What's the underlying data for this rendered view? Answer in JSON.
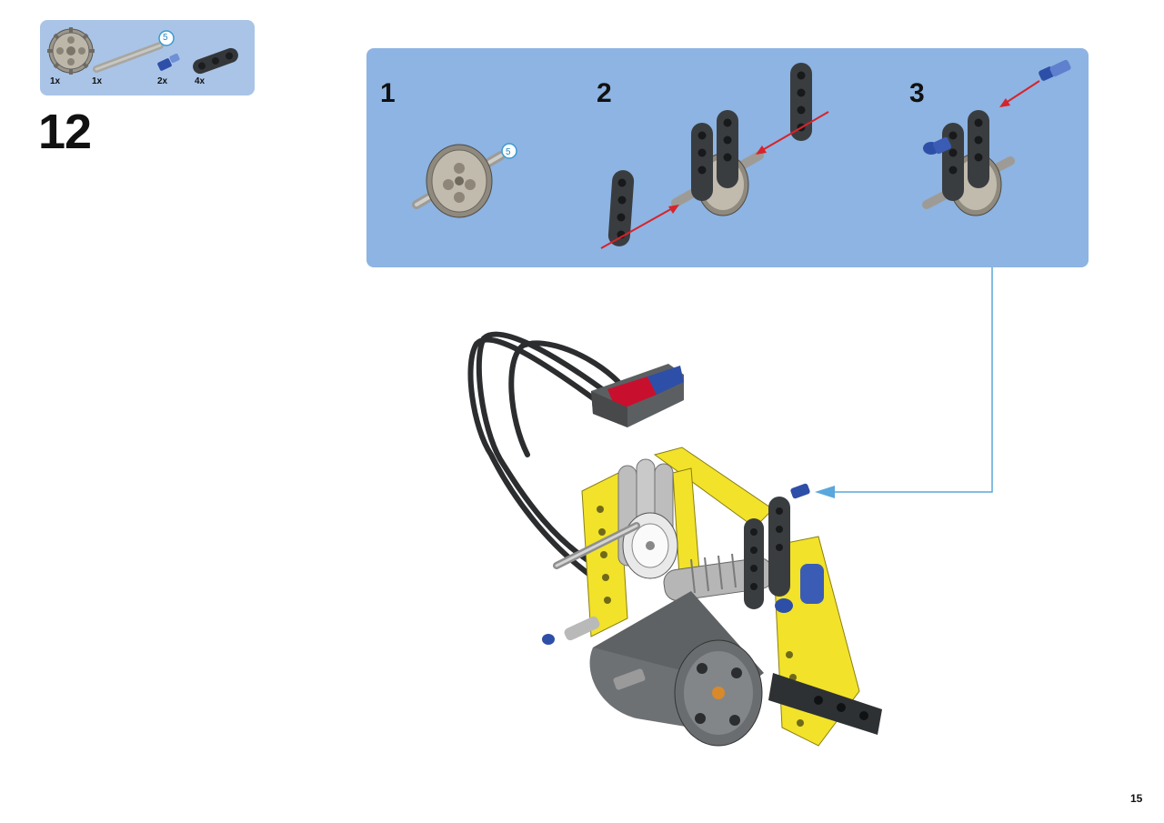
{
  "parts_list": {
    "items": [
      {
        "name": "gear-24-tooth",
        "qty": "1x"
      },
      {
        "name": "axle-5",
        "qty": "1x",
        "length_badge": "5"
      },
      {
        "name": "axle-pin-blue",
        "qty": "2x"
      },
      {
        "name": "beam-3-dark",
        "qty": "4x"
      }
    ]
  },
  "step": {
    "number": "12"
  },
  "sub_steps": [
    {
      "label": "1",
      "badge": "5"
    },
    {
      "label": "2"
    },
    {
      "label": "3"
    }
  ],
  "page_number": "15",
  "colors": {
    "parts_box_bg": "#a9c4e6",
    "sub_panel_bg": "#8db4e2",
    "arrow_red": "#d8232a",
    "callout_line": "#5aa7dc",
    "lego_yellow": "#f2e22a",
    "lego_blue": "#2e4fa8",
    "lego_red": "#c8102e",
    "beam_dark": "#3c3f42",
    "gear_grey": "#b8b3a8"
  }
}
